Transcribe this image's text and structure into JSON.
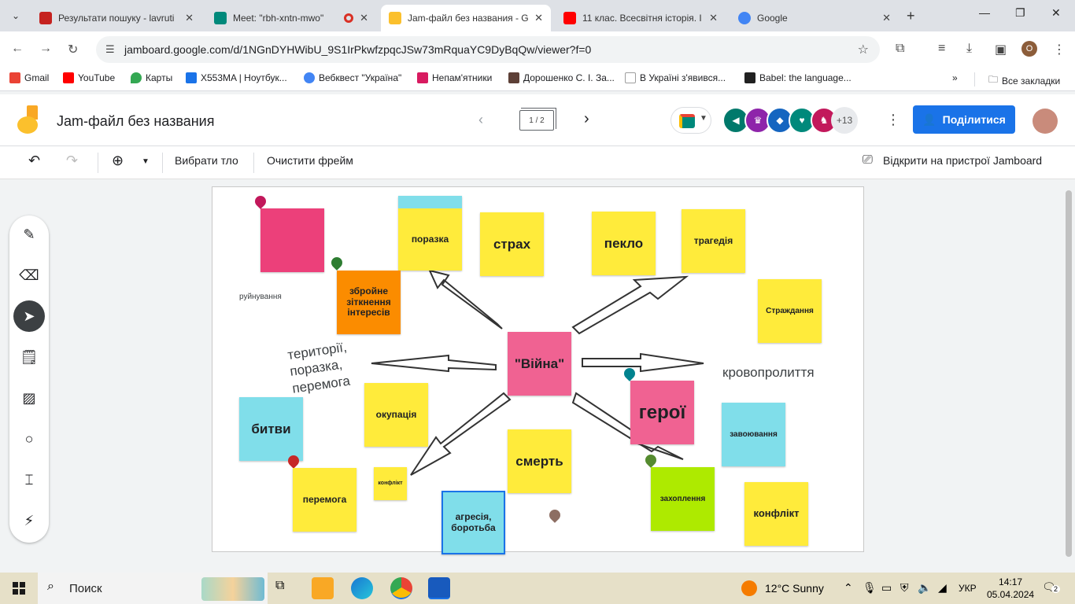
{
  "browser": {
    "tabs": [
      {
        "title": "Результати пошуку - lavruti",
        "fav_color": "#c5221f"
      },
      {
        "title": "Meet: \"rbh-xntn-mwo\"",
        "fav_color": "#00897b"
      },
      {
        "title": "Jam-файл без названия - G",
        "fav_color": "#fbc02d"
      },
      {
        "title": "11 клас. Всесвітня історія. І",
        "fav_color": "#ff0000"
      },
      {
        "title": "Google",
        "fav_color": "#4285f4"
      }
    ],
    "url": "jamboard.google.com/d/1NGnDYHWibU_9S1IrPkwfzpqcJSw73mRquaYC9DyBqQw/viewer?f=0",
    "profile_initial": "O",
    "bookmarks": [
      {
        "label": "Gmail",
        "color": "#ea4335"
      },
      {
        "label": "YouTube",
        "color": "#ff0000"
      },
      {
        "label": "Карты",
        "color": "#34a853"
      },
      {
        "label": "X553MA | Ноутбук...",
        "color": "#1a73e8"
      },
      {
        "label": "Вебквест \"Україна\"",
        "color": "#4285f4"
      },
      {
        "label": "Непам'ятники",
        "color": "#d81b60"
      },
      {
        "label": "Дорошенко С. І. За...",
        "color": "#5d4037"
      },
      {
        "label": "В Україні з'явився...",
        "color": "#9e9e9e"
      },
      {
        "label": "Babel: the language...",
        "color": "#212121"
      }
    ],
    "all_bookmarks": "Все закладки"
  },
  "jam": {
    "title": "Jam-файл без названия",
    "page_indicator": "1 / 2",
    "extra_collaborators": "+13",
    "share_label": "Поділитися",
    "avatars": [
      "#00796b",
      "#8e24aa",
      "#1565c0",
      "#00897b",
      "#c2185b"
    ],
    "toolbar": {
      "background_label": "Вибрати тло",
      "clear_label": "Очистити фрейм",
      "open_device_label": "Відкрити на пристрої Jamboard"
    }
  },
  "notes": {
    "porazka": "поразка",
    "strakh": "страх",
    "peklo": "пекло",
    "trahediia": "трагедія",
    "zbroine": "збройне зіткнення інтересів",
    "strazhdannia": "Страждання",
    "viina": "\"Війна\"",
    "heroi": "герої",
    "bytvy": "битви",
    "okupatsiia": "окупація",
    "smert": "смерть",
    "zavoiuvannia": "завоювання",
    "peremoha": "перемога",
    "konflikt_small": "конфлікт",
    "ahresiia": "агресія, боротьба",
    "zakhoplennia": "захоплення",
    "konflikt": "конфлікт"
  },
  "canvas_text": {
    "ruinuvannia": "руйнування",
    "terytorii": "території, поразка, перемога",
    "krovoprolyttia": "кровопролиття"
  },
  "colors": {
    "yellow": "#ffeb3b",
    "pink": "#f06292",
    "magenta": "#ec407a",
    "orange": "#fb8c00",
    "cyan": "#80deea",
    "green": "#aeea00"
  },
  "taskbar": {
    "search_label": "Поиск",
    "weather": "12°C  Sunny",
    "lang": "УКР",
    "time": "14:17",
    "date": "05.04.2024",
    "notifications": "2"
  }
}
